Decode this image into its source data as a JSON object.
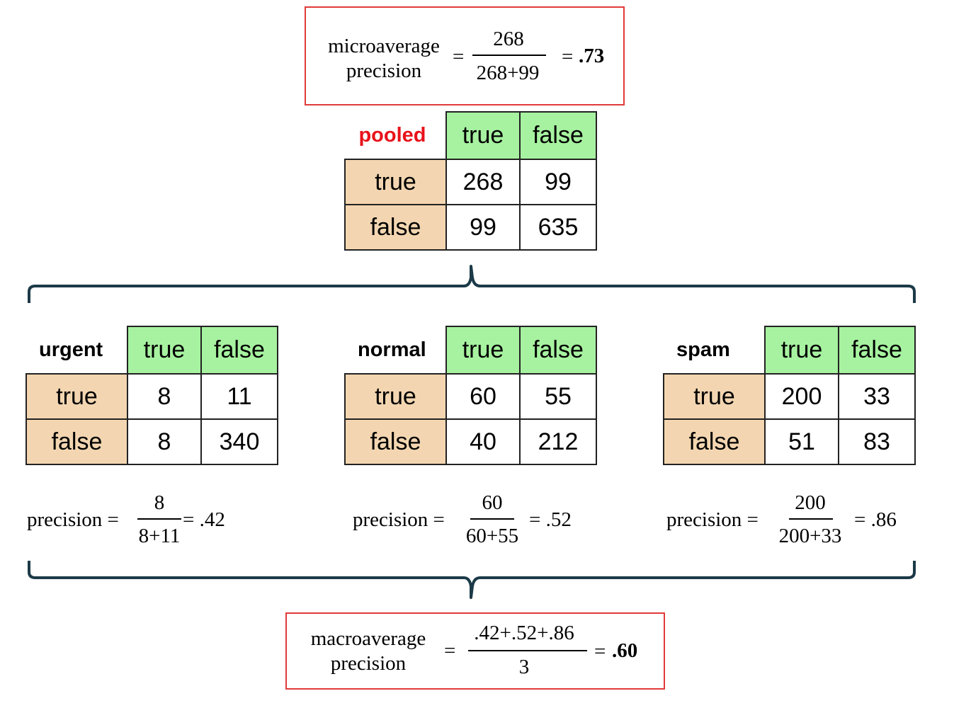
{
  "microaverage": {
    "label_line1": "microaverage",
    "label_line2": "precision",
    "equals1": "=",
    "numerator": "268",
    "denominator": "268+99",
    "equals2": "=",
    "result": ".73"
  },
  "pooled": {
    "label": "pooled",
    "col_headers": [
      "true",
      "false"
    ],
    "row_headers": [
      "true",
      "false"
    ],
    "cells": [
      [
        "268",
        "99"
      ],
      [
        "99",
        "635"
      ]
    ]
  },
  "classes": [
    {
      "label": "urgent",
      "col_headers": [
        "true",
        "false"
      ],
      "row_headers": [
        "true",
        "false"
      ],
      "cells": [
        [
          "8",
          "11"
        ],
        [
          "8",
          "340"
        ]
      ],
      "precision": {
        "label": "precision =",
        "numerator": "8",
        "denominator": "8+11",
        "result": "= .42"
      }
    },
    {
      "label": "normal",
      "col_headers": [
        "true",
        "false"
      ],
      "row_headers": [
        "true",
        "false"
      ],
      "cells": [
        [
          "60",
          "55"
        ],
        [
          "40",
          "212"
        ]
      ],
      "precision": {
        "label": "precision =",
        "numerator": "60",
        "denominator": "60+55",
        "result": "= .52"
      }
    },
    {
      "label": "spam",
      "col_headers": [
        "true",
        "false"
      ],
      "row_headers": [
        "true",
        "false"
      ],
      "cells": [
        [
          "200",
          "33"
        ],
        [
          "51",
          "83"
        ]
      ],
      "precision": {
        "label": "precision =",
        "numerator": "200",
        "denominator": "200+33",
        "result": "= .86"
      }
    }
  ],
  "macroaverage": {
    "label_line1": "macroaverage",
    "label_line2": "precision",
    "equals1": "=",
    "numerator": ".42+.52+.86",
    "denominator": "3",
    "equals2": "=",
    "result": ".60"
  },
  "colors": {
    "box_border": "#e23a3a",
    "pooled_label": "#e8121b",
    "column_header_fill": "#a7f2a0",
    "row_header_fill": "#f3d6b1",
    "brace": "#1c3a48"
  }
}
